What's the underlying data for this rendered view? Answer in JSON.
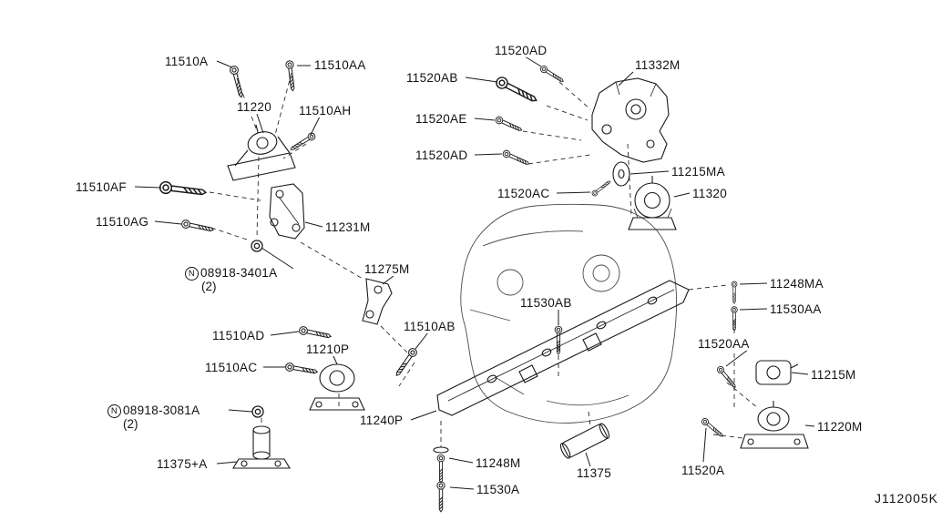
{
  "diagram": {
    "drawing_code": "J112005K",
    "labels": [
      {
        "text": "11510A"
      },
      {
        "text": "11510AA"
      },
      {
        "text": "11220"
      },
      {
        "text": "11510AH"
      },
      {
        "text": "11510AF"
      },
      {
        "text": "11510AG"
      },
      {
        "text": "11231M"
      },
      {
        "prefix": "N",
        "text": "08918-3401A"
      },
      {
        "text": "(2)"
      },
      {
        "text": "11275M"
      },
      {
        "text": "11510AD"
      },
      {
        "text": "11510AB"
      },
      {
        "text": "11210P"
      },
      {
        "text": "11510AC"
      },
      {
        "prefix": "N",
        "text": "08918-3081A"
      },
      {
        "text": "(2)"
      },
      {
        "text": "11375+A"
      },
      {
        "text": "11240P"
      },
      {
        "text": "11248M"
      },
      {
        "text": "11530A"
      },
      {
        "text": "11375"
      },
      {
        "text": "11520AD"
      },
      {
        "text": "11520AB"
      },
      {
        "text": "11520AE"
      },
      {
        "text": "11520AD"
      },
      {
        "text": "11332M"
      },
      {
        "text": "11215MA"
      },
      {
        "text": "11520AC"
      },
      {
        "text": "11320"
      },
      {
        "text": "11530AB"
      },
      {
        "text": "11248MA"
      },
      {
        "text": "11530AA"
      },
      {
        "text": "11520AA"
      },
      {
        "text": "11215M"
      },
      {
        "text": "11220M"
      },
      {
        "text": "11520A"
      }
    ]
  }
}
